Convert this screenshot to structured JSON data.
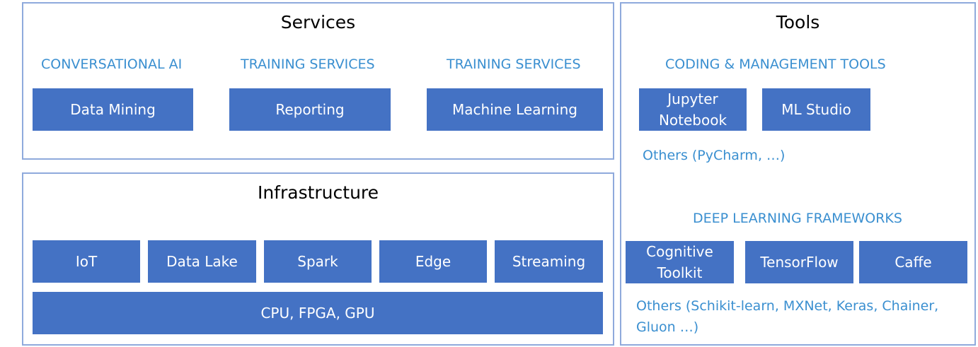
{
  "services": {
    "title": "Services",
    "columns": [
      {
        "label": "CONVERSATIONAL AI",
        "item": "Data Mining"
      },
      {
        "label": "TRAINING SERVICES",
        "item": "Reporting"
      },
      {
        "label": "TRAINING SERVICES",
        "item": "Machine Learning"
      }
    ]
  },
  "infrastructure": {
    "title": "Infrastructure",
    "items": [
      "IoT",
      "Data Lake",
      "Spark",
      "Edge",
      "Streaming"
    ],
    "base": "CPU, FPGA, GPU"
  },
  "tools": {
    "title": "Tools",
    "coding": {
      "label": "CODING & MANAGEMENT TOOLS",
      "items": [
        {
          "line1": "Jupyter",
          "line2": "Notebook"
        },
        {
          "line1": "ML Studio"
        }
      ],
      "others": "Others (PyCharm, …)"
    },
    "deep_learning": {
      "label": "DEEP LEARNING FRAMEWORKS",
      "items": [
        {
          "line1": "Cognitive",
          "line2": "Toolkit"
        },
        {
          "line1": "TensorFlow"
        },
        {
          "line1": "Caffe"
        }
      ],
      "others_line1": "Others (Schikit-learn, MXNet, Keras, Chainer,",
      "others_line2": "Gluon …)"
    }
  },
  "colors": {
    "box_fill": "#4472c4",
    "panel_border": "#8faadc",
    "label_text": "#3a8fd0"
  }
}
